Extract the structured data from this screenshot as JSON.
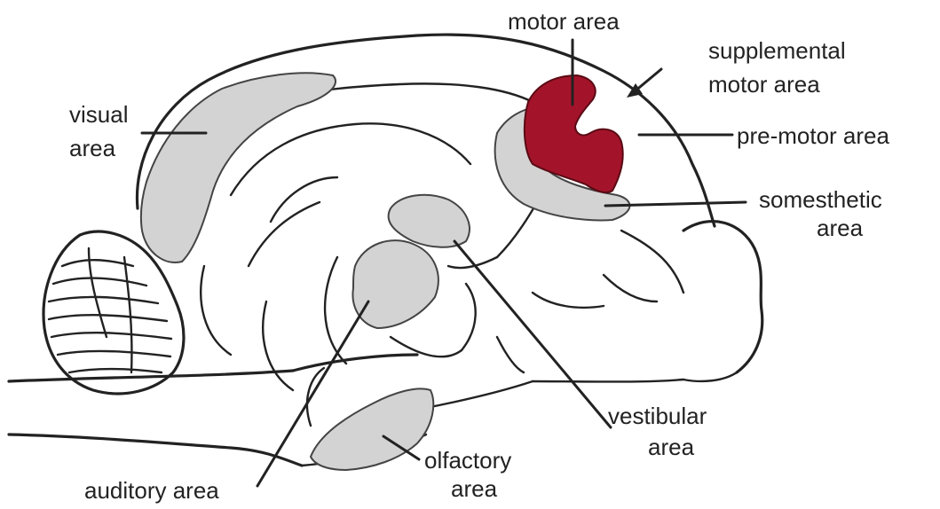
{
  "labels": {
    "motor_area": "motor area",
    "supplemental_line1": "supplemental",
    "supplemental_line2": "motor area",
    "visual_line1": "visual",
    "visual_line2": "area",
    "premotor_area": "pre-motor area",
    "somesthetic_line1": "somesthetic",
    "somesthetic_line2": "area",
    "vestibular_line1": "vestibular",
    "vestibular_line2": "area",
    "olfactory_line1": "olfactory",
    "olfactory_line2": "area",
    "auditory_area": "auditory area"
  },
  "colors": {
    "motor_region": "#a3142a",
    "sensory_region": "#d3d3d3",
    "outline": "#222222",
    "background": "#ffffff"
  }
}
